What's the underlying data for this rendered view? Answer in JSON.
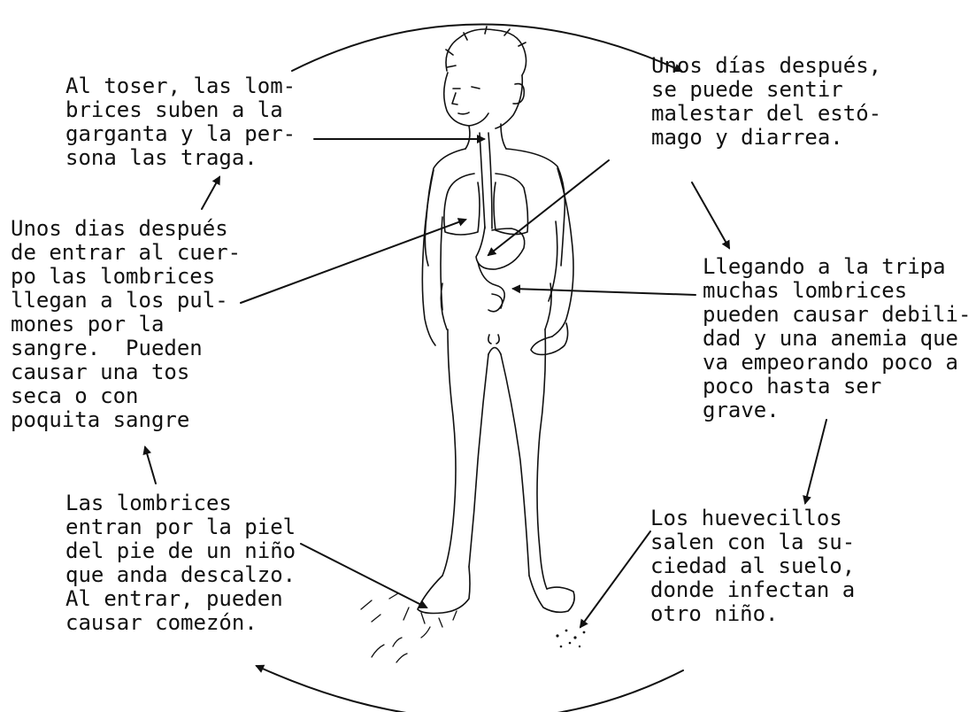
{
  "notes": {
    "cough": "Al toser, las lom-\nbrices suben a la\ngarganta y la per-\nsona las traga.",
    "stomach": "Unos días después,\nse puede sentir\nmalestar del estó-\nmago y diarrea.",
    "lungs": "Unos dias después\nde entrar al cuer-\npo las lombrices\nllegan a los pul-\nmones por la\nsangre.  Pueden\ncausar una tos\nseca o con\npoquita sangre",
    "intestine": "Llegando a la tripa\nmuchas lombrices\npueden causar debili-\ndad y una anemia que\nva empeorando poco a\npoco hasta ser\ngrave.",
    "skin": "Las lombrices\nentran por la piel\ndel pie de un niño\nque anda descalzo.\nAl entrar, pueden\ncausar comezón.",
    "eggs": "Los huevecillos\nsalen con la su-\nciedad al suelo,\ndonde infectan a\notro niño."
  },
  "colors": {
    "ink": "#111111",
    "background": "#ffffff"
  }
}
